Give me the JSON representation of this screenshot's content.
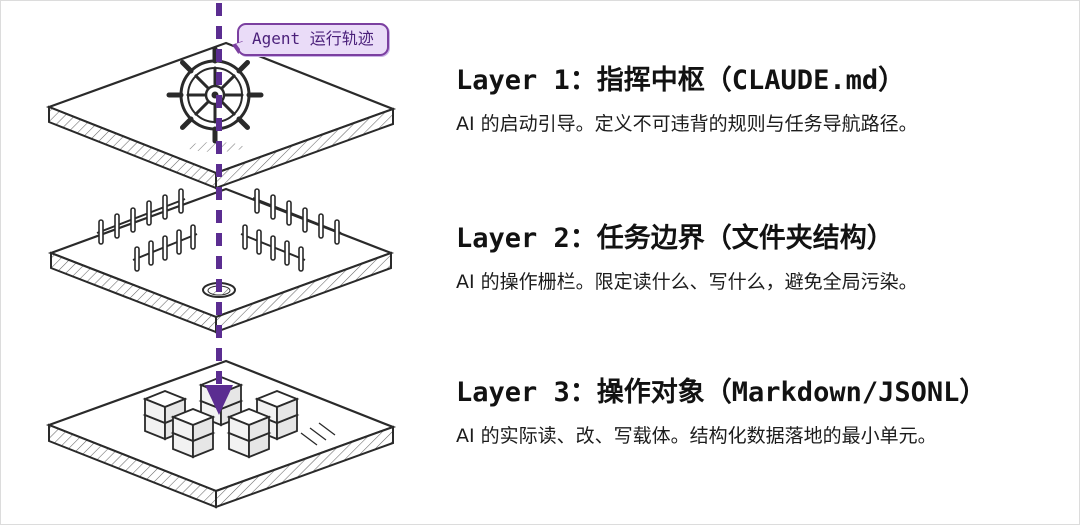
{
  "page": {
    "background": "#ffffff"
  },
  "colors": {
    "accent_purple": "#5B2D91",
    "bubble_bg": "#EADCF8",
    "bubble_border": "#7B3FA0",
    "ink": "#2a2a2a"
  },
  "callout": {
    "label": "Agent 运行轨迹"
  },
  "diagram": {
    "layer1_icon": "ship-wheel-icon",
    "layer2_icon": "fence-icon",
    "layer3_icon": "cubes-icon",
    "trajectory": "dashed-arrow-down"
  },
  "layers": [
    {
      "title": "Layer 1：指挥中枢（CLAUDE.md）",
      "desc": "AI 的启动引导。定义不可违背的规则与任务导航路径。"
    },
    {
      "title": "Layer 2：任务边界（文件夹结构）",
      "desc": "AI 的操作栅栏。限定读什么、写什么，避免全局污染。"
    },
    {
      "title": "Layer 3：操作对象（Markdown/JSONL）",
      "desc": "AI 的实际读、改、写载体。结构化数据落地的最小单元。"
    }
  ]
}
